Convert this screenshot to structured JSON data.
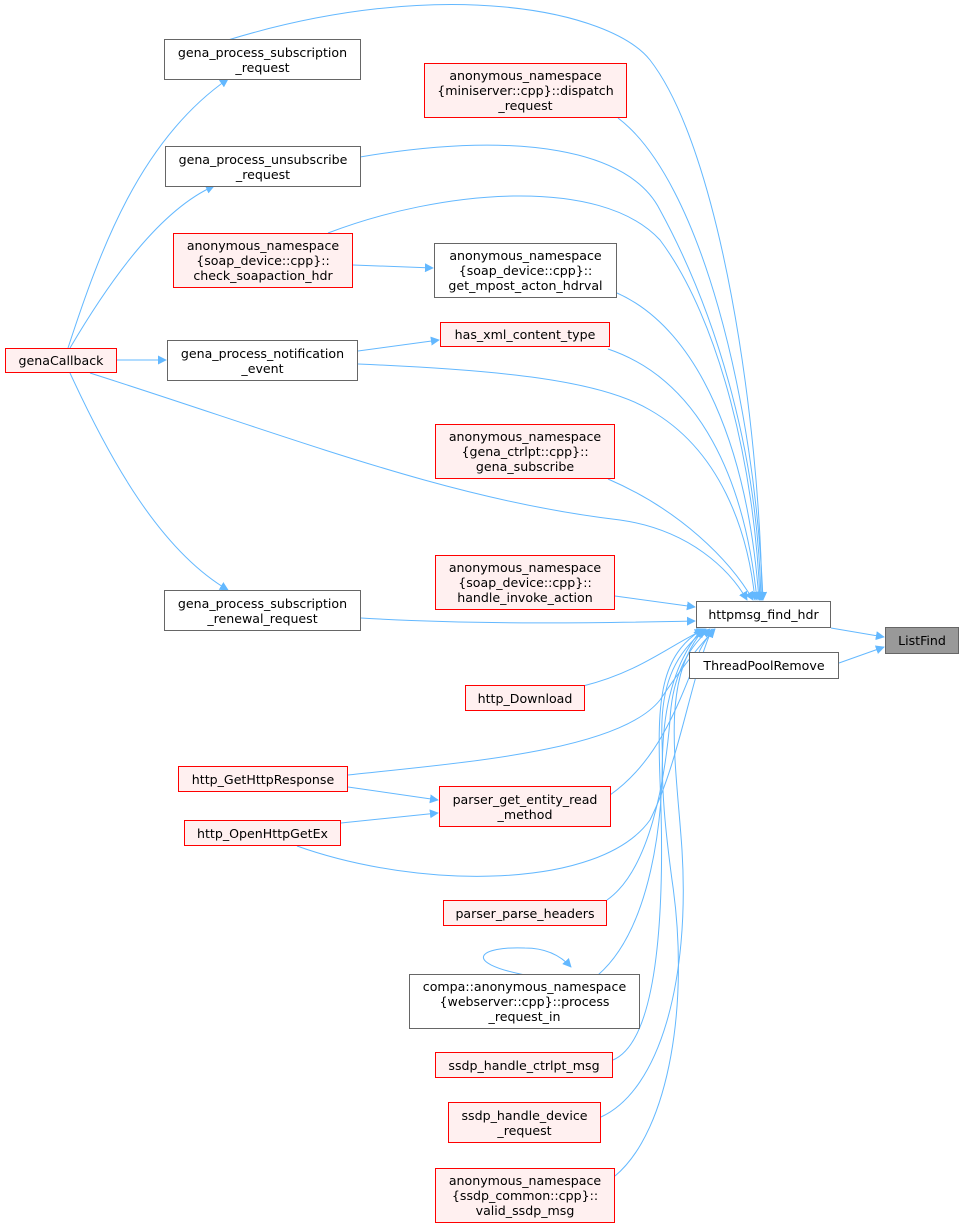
{
  "graph": {
    "edge_color": "#63b8ff",
    "nodes": {
      "gps": {
        "lines": [
          "gena_process_subscription",
          "_request"
        ],
        "style": "black"
      },
      "amd": {
        "lines": [
          "anonymous_namespace",
          "{miniserver::cpp}::dispatch",
          "_request"
        ],
        "style": "red"
      },
      "gpu": {
        "lines": [
          "gena_process_unsubscribe",
          "_request"
        ],
        "style": "black"
      },
      "csh": {
        "lines": [
          "anonymous_namespace",
          "{soap_device::cpp}::",
          "check_soapaction_hdr"
        ],
        "style": "red"
      },
      "gmah": {
        "lines": [
          "anonymous_namespace",
          "{soap_device::cpp}::",
          "get_mpost_acton_hdrval"
        ],
        "style": "black"
      },
      "gcb": {
        "lines": [
          "genaCallback"
        ],
        "style": "red"
      },
      "gpne": {
        "lines": [
          "gena_process_notification",
          "_event"
        ],
        "style": "black"
      },
      "hxct": {
        "lines": [
          "has_xml_content_type"
        ],
        "style": "red"
      },
      "ggs": {
        "lines": [
          "anonymous_namespace",
          "{gena_ctrlpt::cpp}::",
          "gena_subscribe"
        ],
        "style": "red"
      },
      "hia": {
        "lines": [
          "anonymous_namespace",
          "{soap_device::cpp}::",
          "handle_invoke_action"
        ],
        "style": "red"
      },
      "gpsr": {
        "lines": [
          "gena_process_subscription",
          "_renewal_request"
        ],
        "style": "black"
      },
      "hfh": {
        "lines": [
          "httpmsg_find_hdr"
        ],
        "style": "black"
      },
      "lf": {
        "lines": [
          "ListFind"
        ],
        "style": "gray"
      },
      "tpr": {
        "lines": [
          "ThreadPoolRemove"
        ],
        "style": "black"
      },
      "hdl": {
        "lines": [
          "http_Download"
        ],
        "style": "red"
      },
      "hghr": {
        "lines": [
          "http_GetHttpResponse"
        ],
        "style": "red"
      },
      "pgerm": {
        "lines": [
          "parser_get_entity_read",
          "_method"
        ],
        "style": "red"
      },
      "hohg": {
        "lines": [
          "http_OpenHttpGetEx"
        ],
        "style": "red"
      },
      "pph": {
        "lines": [
          "parser_parse_headers"
        ],
        "style": "red"
      },
      "cpri": {
        "lines": [
          "compa::anonymous_namespace",
          "{webserver::cpp}::process",
          "_request_in"
        ],
        "style": "black"
      },
      "shcm": {
        "lines": [
          "ssdp_handle_ctrlpt_msg"
        ],
        "style": "red"
      },
      "shdr": {
        "lines": [
          "ssdp_handle_device",
          "_request"
        ],
        "style": "red"
      },
      "vsm": {
        "lines": [
          "anonymous_namespace",
          "{ssdp_common::cpp}::",
          "valid_ssdp_msg"
        ],
        "style": "red"
      }
    },
    "edges": [
      [
        "hfh",
        "lf"
      ],
      [
        "tpr",
        "lf"
      ],
      [
        "gps",
        "hfh"
      ],
      [
        "amd",
        "hfh"
      ],
      [
        "gpu",
        "hfh"
      ],
      [
        "csh",
        "hfh"
      ],
      [
        "gmah",
        "hfh"
      ],
      [
        "hxct",
        "hfh"
      ],
      [
        "gpne",
        "hfh"
      ],
      [
        "ggs",
        "hfh"
      ],
      [
        "gcb",
        "hfh"
      ],
      [
        "hia",
        "hfh"
      ],
      [
        "gpsr",
        "hfh"
      ],
      [
        "hdl",
        "hfh"
      ],
      [
        "hghr",
        "hfh"
      ],
      [
        "pgerm",
        "hfh"
      ],
      [
        "hohg",
        "hfh"
      ],
      [
        "pph",
        "hfh"
      ],
      [
        "cpri",
        "hfh"
      ],
      [
        "shcm",
        "hfh"
      ],
      [
        "shdr",
        "hfh"
      ],
      [
        "vsm",
        "hfh"
      ],
      [
        "gcb",
        "gps"
      ],
      [
        "gcb",
        "gpu"
      ],
      [
        "gcb",
        "gpne"
      ],
      [
        "gcb",
        "gpsr"
      ],
      [
        "csh",
        "gmah"
      ],
      [
        "gpne",
        "hxct"
      ],
      [
        "hghr",
        "pgerm"
      ],
      [
        "hohg",
        "pgerm"
      ],
      [
        "cpri",
        "cpri"
      ]
    ]
  }
}
